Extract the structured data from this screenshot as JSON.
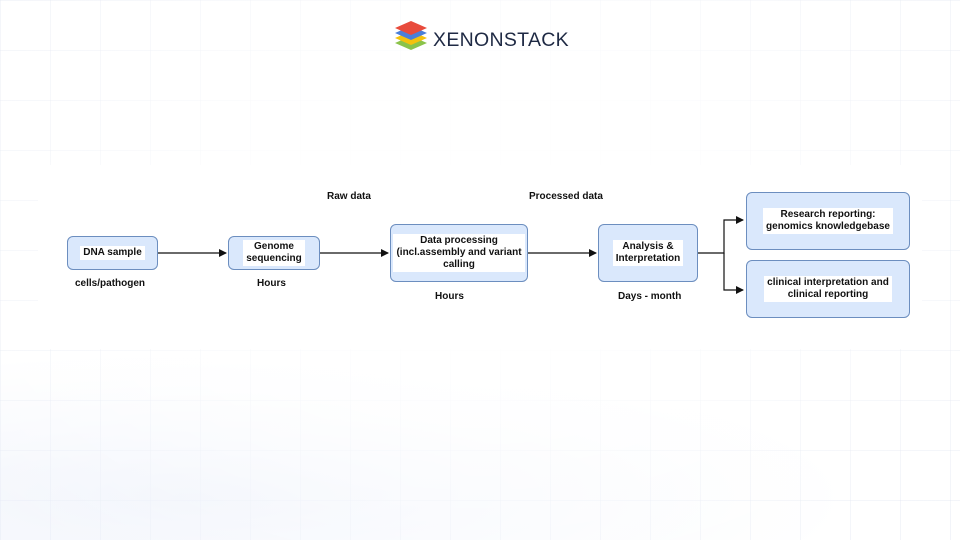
{
  "brand": {
    "name": "XENONSTACK",
    "logo_icon": "layered-stack-logo-icon"
  },
  "diagram": {
    "nodes": {
      "dna_sample": "DNA sample",
      "genome_sequencing": "Genome\nsequencing",
      "data_processing": "Data processing\n(incl.assembly and variant\ncalling",
      "analysis": "Analysis  &\nInterpretation",
      "research_reporting": "Research reporting:\ngenomics knowledgebase",
      "clinical_reporting": "clinical interpretation and\nclinical reporting"
    },
    "labels": {
      "cells_pathogen": "cells/pathogen",
      "hours_1": "Hours",
      "hours_2": "Hours",
      "days_month": "Days - month",
      "raw_data": "Raw data",
      "processed_data": "Processed data"
    }
  },
  "colors": {
    "box_fill": "#dae8fc",
    "box_border": "#6c8ebf",
    "brand_text": "#1f2a44"
  }
}
